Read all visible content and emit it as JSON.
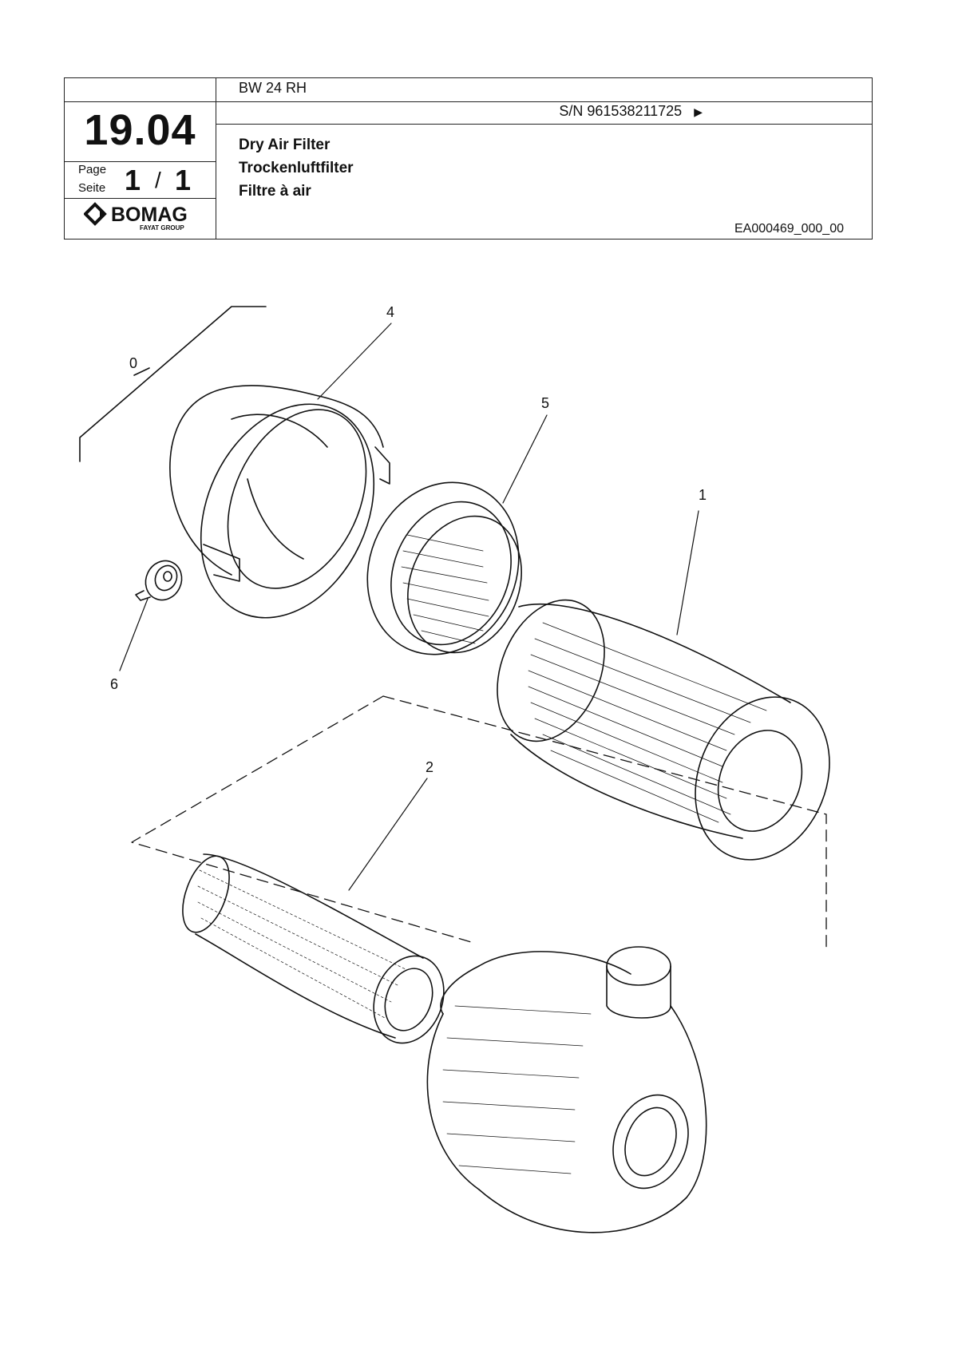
{
  "header": {
    "model": "BW 24 RH",
    "serial": "S/N 961538211725",
    "serial_arrow": "▶",
    "section": "19.04",
    "page_label_en": "Page",
    "page_label_de": "Seite",
    "page_current": "1",
    "page_separator": "/",
    "page_total": "1",
    "title_en": "Dry Air Filter",
    "title_de": "Trockenluftfilter",
    "title_fr": "Filtre à air",
    "doc_id": "EA000469_000_00",
    "logo_text": "BOMAG",
    "logo_subtext": "FAYAT GROUP"
  },
  "drawing": {
    "callouts": [
      "0",
      "4",
      "5",
      "1",
      "6",
      "2"
    ]
  }
}
